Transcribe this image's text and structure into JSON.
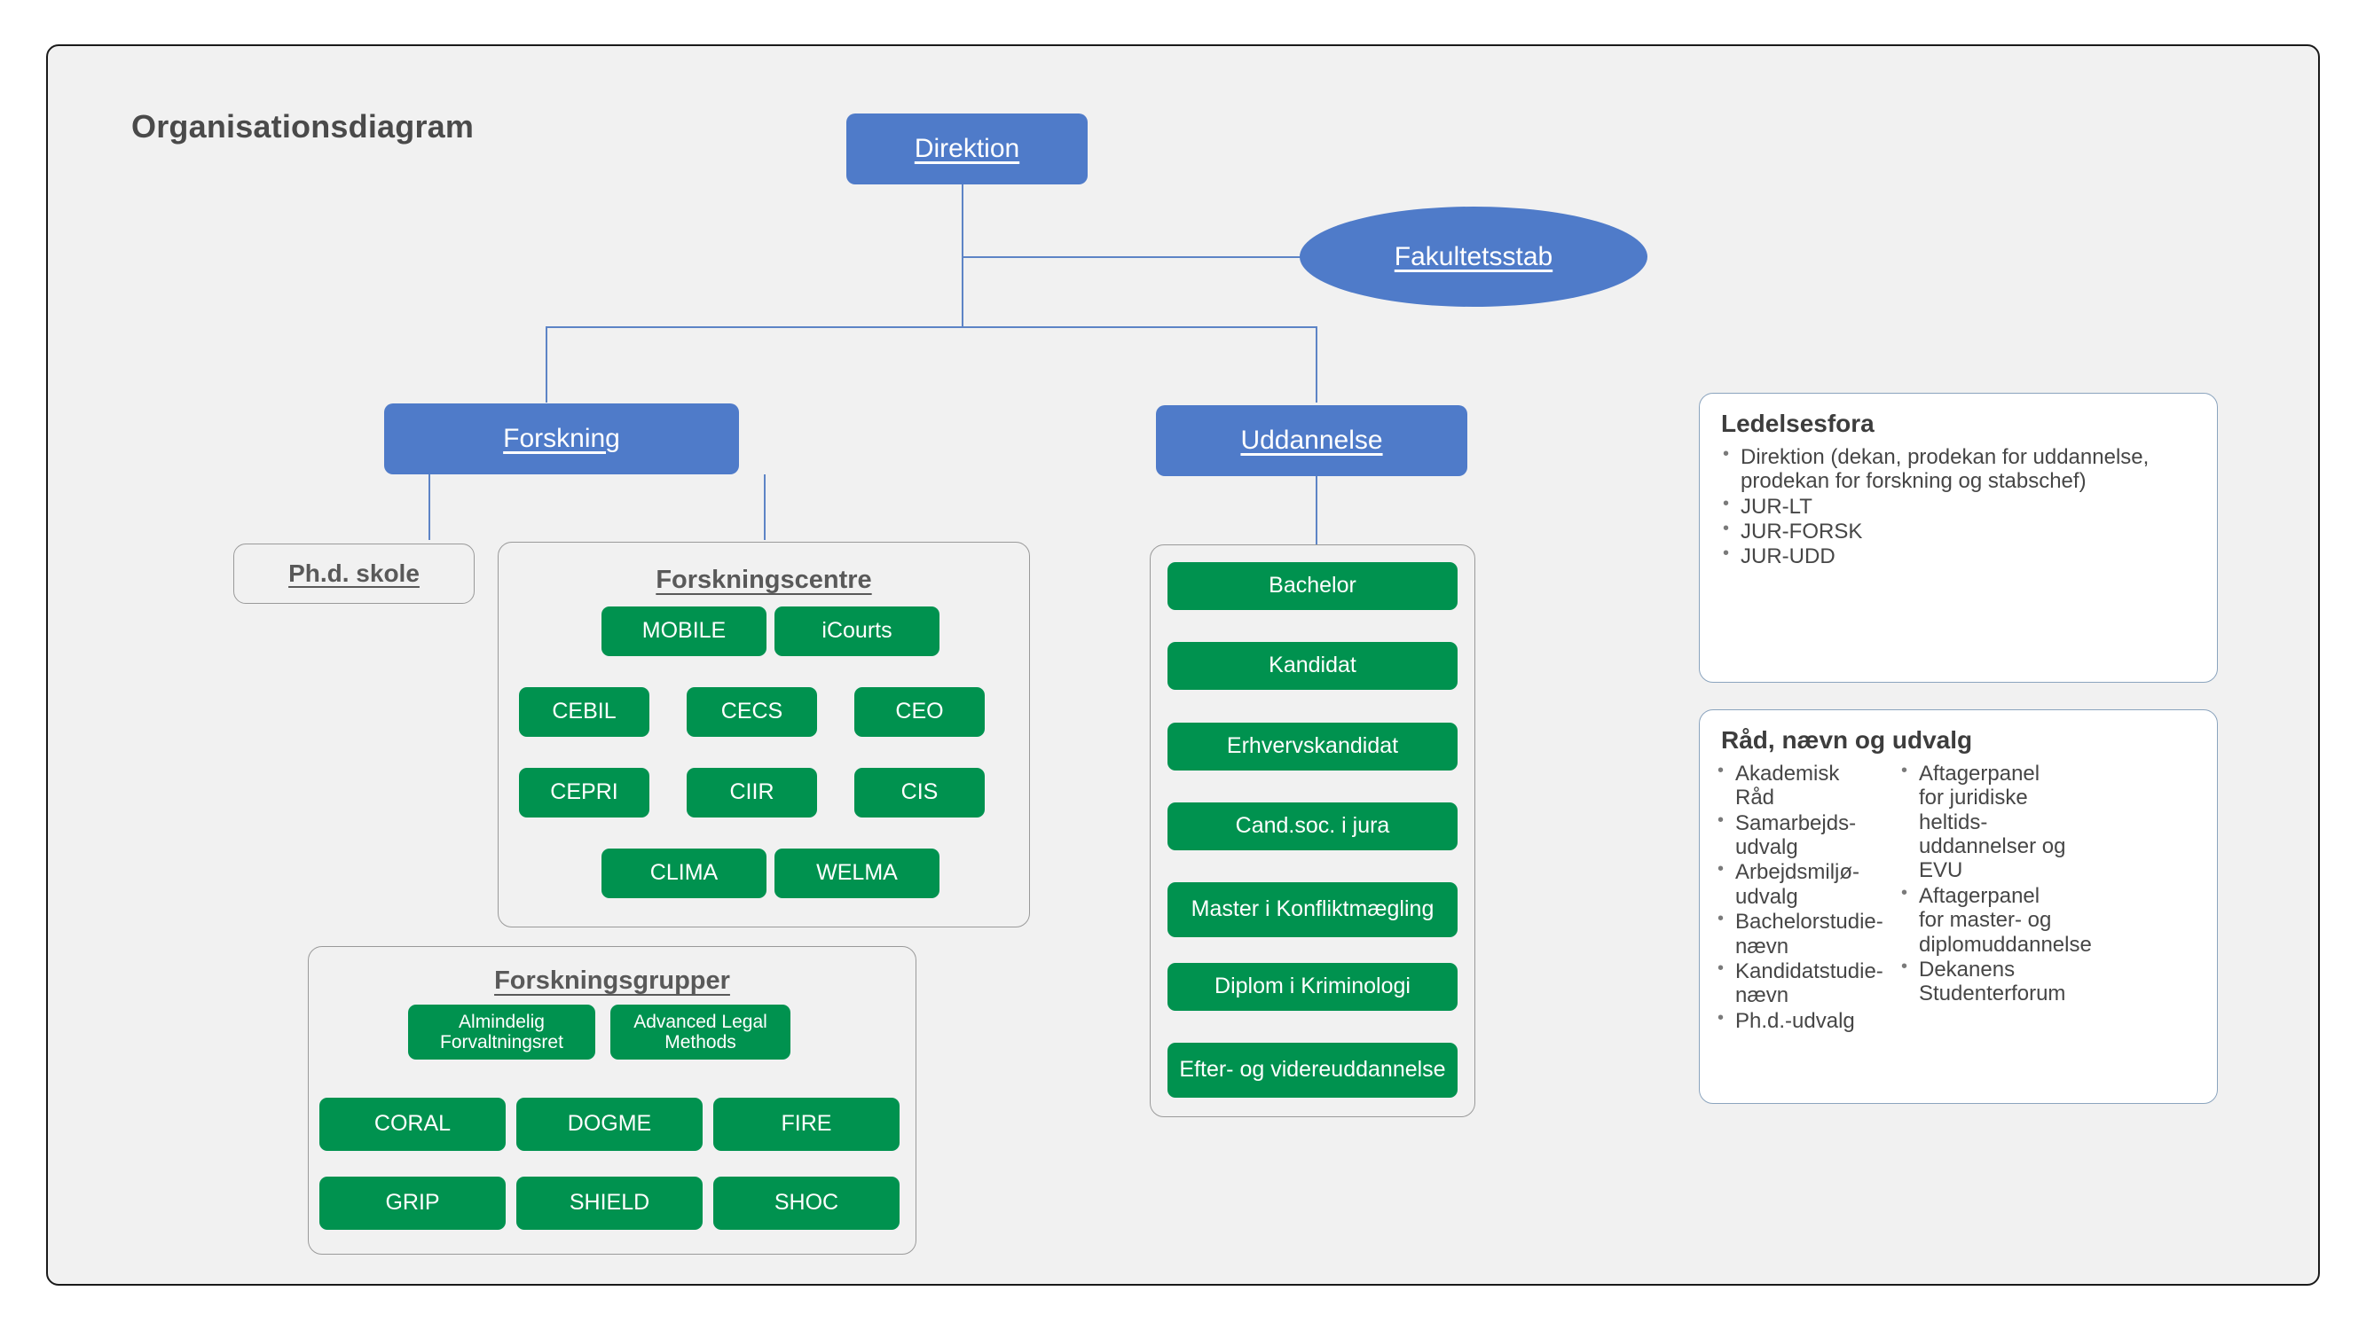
{
  "page": {
    "title": "Organisationsdiagram",
    "colors": {
      "blue": "#4f7bc9",
      "green": "#00924f",
      "frame_bg": "#f1f1f1",
      "panel_border": "#8ba4be",
      "text_gray": "#595959",
      "connector": "#5d84c6"
    }
  },
  "hierarchy": {
    "top": {
      "label": "Direktion"
    },
    "staff": {
      "label": "Fakultetsstab"
    },
    "branches": [
      {
        "label": "Forskning"
      },
      {
        "label": "Uddannelse"
      }
    ]
  },
  "forskning": {
    "phd_school": {
      "label": "Ph.d. skole"
    },
    "centres": {
      "title": "Forskningscentre",
      "rows": [
        [
          "MOBILE",
          "iCourts"
        ],
        [
          "CEBIL",
          "CECS",
          "CEO"
        ],
        [
          "CEPRI",
          "CIIR",
          "CIS"
        ],
        [
          "CLIMA",
          "WELMA"
        ]
      ]
    },
    "groups": {
      "title": "Forskningsgrupper",
      "rows": [
        [
          "Almindelig Forvaltningsret",
          "Advanced Legal Methods"
        ],
        [
          "CORAL",
          "DOGME",
          "FIRE"
        ],
        [
          "GRIP",
          "SHIELD",
          "SHOC"
        ]
      ]
    }
  },
  "uddannelse": {
    "programmes": [
      "Bachelor",
      "Kandidat",
      "Erhvervskandidat",
      "Cand.soc. i jura",
      "Master i Konfliktmægling",
      "Diplom i Kriminologi",
      "Efter- og videreuddannelse"
    ]
  },
  "panels": {
    "ledelsesfora": {
      "title": "Ledelsesfora",
      "items": [
        "Direktion (dekan, prodekan for uddannelse, prodekan for forskning og stabschef)",
        "JUR-LT",
        "JUR-FORSK",
        "JUR-UDD"
      ]
    },
    "rad_naevn_udvalg": {
      "title": "Råd, nævn og udvalg",
      "column_left": [
        "Akademisk Råd",
        "Samarbejds-udvalg",
        "Arbejdsmiljø-udvalg",
        "Bachelorstudie-nævn",
        "Kandidatstudie-nævn",
        "Ph.d.-udvalg"
      ],
      "column_right": [
        "Aftagerpanel for juridiske heltids-uddannelser og EVU",
        "Aftagerpanel for master- og diplomuddannelse",
        "Dekanens Studenterforum"
      ]
    }
  }
}
